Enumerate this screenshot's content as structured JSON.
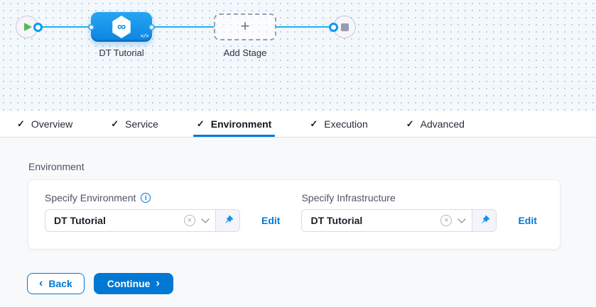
{
  "pipeline": {
    "stage": {
      "label": "DT Tutorial"
    },
    "add_stage": {
      "label": "Add Stage"
    }
  },
  "tabs": [
    {
      "label": "Overview"
    },
    {
      "label": "Service"
    },
    {
      "label": "Environment"
    },
    {
      "label": "Execution"
    },
    {
      "label": "Advanced"
    }
  ],
  "active_tab": "Environment",
  "environment_section": {
    "title": "Environment",
    "fields": [
      {
        "label": "Specify Environment",
        "value": "DT Tutorial",
        "edit_label": "Edit"
      },
      {
        "label": "Specify Infrastructure",
        "value": "DT Tutorial",
        "edit_label": "Edit"
      }
    ]
  },
  "footer": {
    "back_label": "Back",
    "continue_label": "Continue"
  },
  "icons": {
    "check": "✓",
    "plus": "+",
    "infinity": "∞",
    "code": "</>",
    "info": "i",
    "clear": "×",
    "chevron_left": "‹",
    "chevron_right": "›",
    "play": "triangle-right",
    "stop": "square"
  },
  "colors": {
    "primary_blue": "#0278d5",
    "node_blue": "#0c84e0",
    "flow_line": "#18b2ee",
    "canvas_bg": "#f3f8fd",
    "content_bg": "#f8f9fb"
  }
}
